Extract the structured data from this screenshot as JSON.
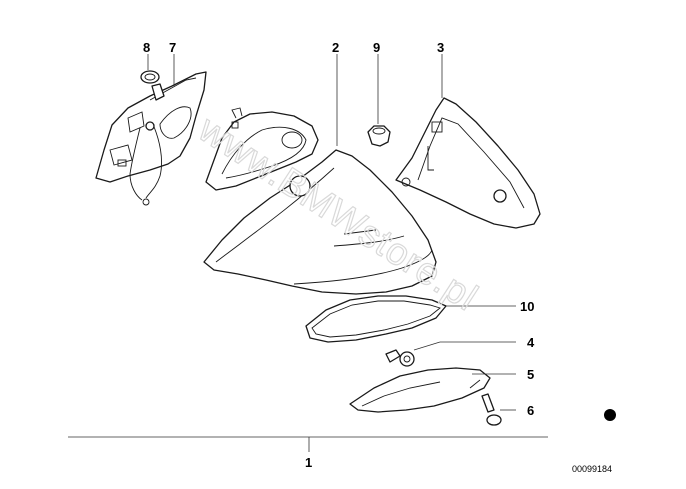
{
  "callouts": [
    {
      "id": "8",
      "label": "8"
    },
    {
      "id": "7",
      "label": "7"
    },
    {
      "id": "2",
      "label": "2"
    },
    {
      "id": "9",
      "label": "9"
    },
    {
      "id": "3",
      "label": "3"
    },
    {
      "id": "10",
      "label": "10"
    },
    {
      "id": "4",
      "label": "4"
    },
    {
      "id": "5",
      "label": "5"
    },
    {
      "id": "6",
      "label": "6"
    },
    {
      "id": "1",
      "label": "1"
    }
  ],
  "watermark": "www.BMWstore.pl",
  "diagram_number": "00099184"
}
